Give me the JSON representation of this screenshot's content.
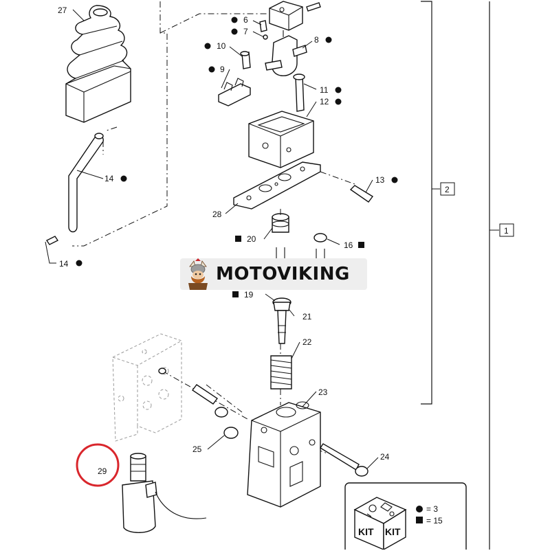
{
  "callouts": [
    {
      "id": "27",
      "label": "27"
    },
    {
      "id": "6",
      "label": "6"
    },
    {
      "id": "7",
      "label": "7"
    },
    {
      "id": "8",
      "label": "8"
    },
    {
      "id": "10",
      "label": "10"
    },
    {
      "id": "9",
      "label": "9"
    },
    {
      "id": "11",
      "label": "11"
    },
    {
      "id": "12",
      "label": "12"
    },
    {
      "id": "14a",
      "label": "14"
    },
    {
      "id": "13",
      "label": "13"
    },
    {
      "id": "28",
      "label": "28"
    },
    {
      "id": "20",
      "label": "20"
    },
    {
      "id": "16",
      "label": "16"
    },
    {
      "id": "14b",
      "label": "14"
    },
    {
      "id": "19",
      "label": "19"
    },
    {
      "id": "21",
      "label": "21"
    },
    {
      "id": "22",
      "label": "22"
    },
    {
      "id": "23",
      "label": "23"
    },
    {
      "id": "25",
      "label": "25"
    },
    {
      "id": "24",
      "label": "24"
    },
    {
      "id": "29",
      "label": "29"
    }
  ],
  "assembly_refs": [
    {
      "id": "ref2",
      "label": "2"
    },
    {
      "id": "ref1",
      "label": "1"
    }
  ],
  "highlight": {
    "part": "29",
    "color": "#d9262c"
  },
  "kit_box": {
    "kit_labels": [
      "KIT",
      "KIT"
    ],
    "legend": [
      {
        "symbol": "circle",
        "value": "= 3"
      },
      {
        "symbol": "square",
        "value": "= 15"
      }
    ]
  },
  "watermark": {
    "text": "MOTOVIKING",
    "icon": "viking-mascot-icon"
  }
}
